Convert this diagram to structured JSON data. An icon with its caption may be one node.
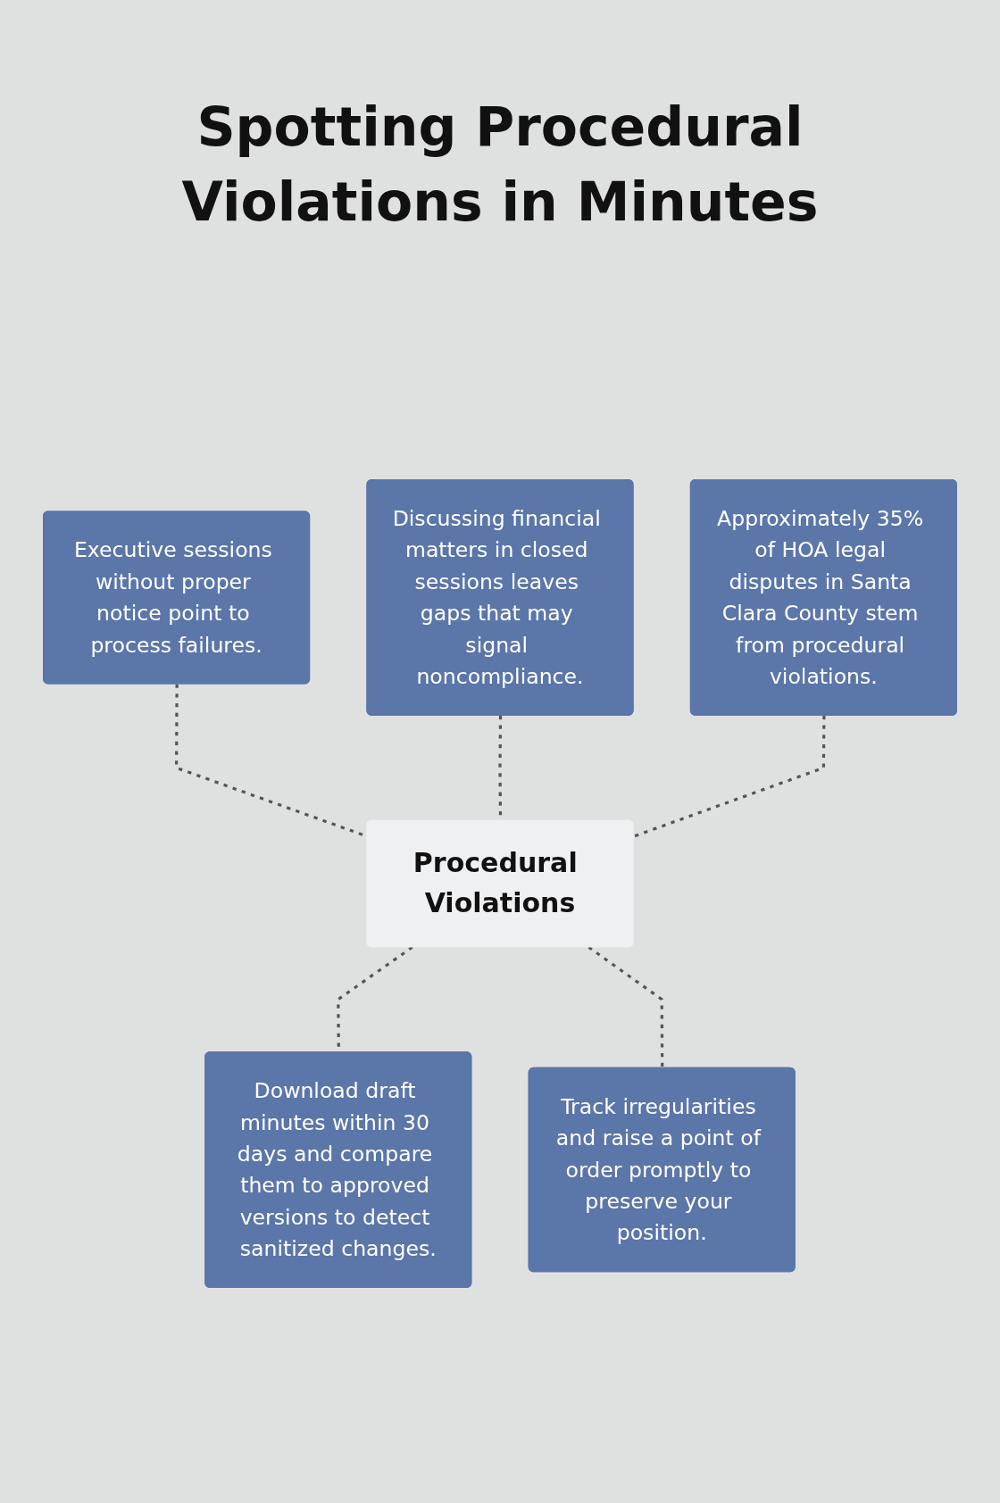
{
  "diagram": {
    "title": "Spotting Procedural Violations in Minutes",
    "nodes": [
      {
        "text": [
          "Executive sessions without proper notice point to process failures."
        ]
      },
      {
        "text": [
          "Discussing financial matters in closed sessions leaves gaps that may signal noncompliance."
        ]
      },
      {
        "text": [
          "Approximately 35% of HOA legal disputes in Santa Clara County stem from procedural violations."
        ]
      },
      {
        "text": [
          "Procedural Violations"
        ]
      },
      {
        "text": [
          "Download draft minutes within 30 days and compare them to approved versions to detect sanitized changes."
        ]
      },
      {
        "text": [
          "Track irregularities and raise a point of order promptly to preserve your position."
        ]
      }
    ],
    "edges": [
      {
        "from": 0,
        "to": 3,
        "arrow": "none",
        "style": "dashed"
      },
      {
        "from": 1,
        "to": 3,
        "arrow": "none",
        "style": "dashed"
      },
      {
        "from": 2,
        "to": 3,
        "arrow": "none",
        "style": "dashed"
      },
      {
        "from": 3,
        "to": 4,
        "arrow": "none",
        "style": "dashed"
      },
      {
        "from": 3,
        "to": 5,
        "arrow": "none",
        "style": "dashed"
      }
    ]
  }
}
